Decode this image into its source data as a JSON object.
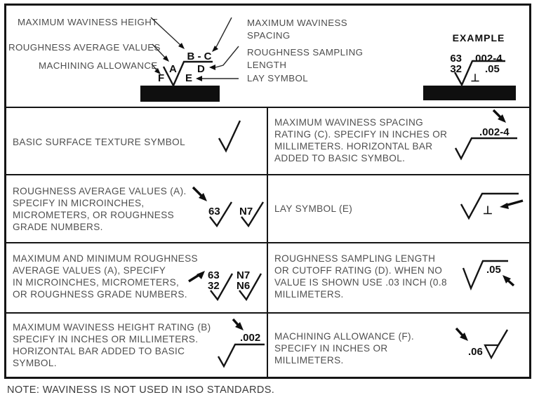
{
  "header": {
    "labels": {
      "max_waviness_height": "MAXIMUM WAVINESS HEIGHT",
      "roughness_average_values": "ROUGHNESS AVERAGE VALUES",
      "machining_allowance": "MACHINING ALLOWANCE",
      "max_waviness_spacing_line1": "MAXIMUM WAVINESS",
      "max_waviness_spacing_line2": "SPACING",
      "roughness_sampling_line1": "ROUGHNESS SAMPLING",
      "roughness_sampling_line2": "LENGTH",
      "lay_symbol": "LAY SYMBOL"
    },
    "letters": {
      "a": "A",
      "bc": "B - C",
      "d": "D",
      "e": "E",
      "f": "F"
    },
    "example": {
      "title": "EXAMPLE",
      "max_roughness": "63",
      "min_roughness": "32",
      "waviness_rating": ".002-4",
      "cutoff_rating": ".05",
      "lay": "⊥"
    }
  },
  "cells": {
    "basic": {
      "text": "BASIC SURFACE TEXTURE SYMBOL"
    },
    "waviness_spacing": {
      "text": "MAXIMUM WAVINESS SPACING\nRATING (C). SPECIFY IN INCHES OR\nMILLIMETERS. HORIZONTAL BAR\nADDED TO BASIC SYMBOL.",
      "value": ".002-4"
    },
    "roughness_avg": {
      "text": "ROUGHNESS AVERAGE VALUES (A).\nSPECIFY IN MICROINCHES,\nMICROMETERS, OR ROUGHNESS\nGRADE NUMBERS.",
      "value1": "63",
      "value2": "N7"
    },
    "lay": {
      "text": "LAY SYMBOL (E)",
      "value": "⊥"
    },
    "minmax_roughness": {
      "text": "MAXIMUM AND MINIMUM ROUGHNESS\nAVERAGE VALUES (A), SPECIFY\nIN MICROINCHES, MICROMETERS,\nOR ROUGHNESS GRADE NUMBERS.",
      "max1": "63",
      "min1": "32",
      "max2": "N7",
      "min2": "N6"
    },
    "sampling_length": {
      "text": "ROUGHNESS SAMPLING LENGTH\nOR CUTOFF RATING (D). WHEN NO\nVALUE IS SHOWN USE .03 INCH (0.8\nMILLIMETERS.",
      "value": ".05"
    },
    "waviness_height": {
      "text": "MAXIMUM WAVINESS HEIGHT RATING (B)\nSPECIFY IN INCHES OR MILLIMETERS.\nHORIZONTAL BAR ADDED TO BASIC\nSYMBOL.",
      "value": ".002"
    },
    "machining_allowance": {
      "text": "MACHINING ALLOWANCE (F).\nSPECIFY IN INCHES OR\nMILLIMETERS.",
      "value": ".06"
    }
  },
  "note": "NOTE: WAVINESS IS NOT USED IN ISO STANDARDS.",
  "colors": {
    "ink": "#0f0f0f",
    "text_gray": "#4f4f4f",
    "background": "#ffffff"
  }
}
